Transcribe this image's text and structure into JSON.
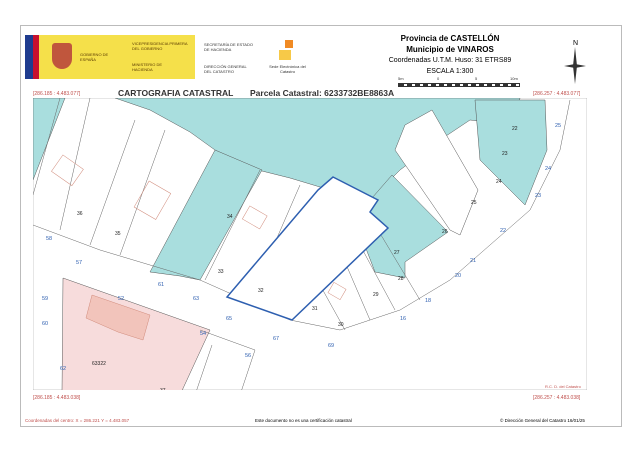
{
  "header": {
    "gov_name": "GOBIERNO DE ESPAÑA",
    "vice": "VICEPRESIDENCIA PRIMERA DEL GOBIERNO",
    "ministry": "MINISTERIO DE HACIENDA",
    "secretaria": "SECRETARÍA DE ESTADO DE HACIENDA",
    "direccion": "DIRECCIÓN GENERAL DEL CATASTRO",
    "sede": "Sede Electrónica del Catastro",
    "province": "Provincia de CASTELLÓN",
    "municipality": "Municipio de VINAROS",
    "coords_system": "Coordenadas U.T.M. Huso: 31 ETRS89",
    "scale": "ESCALA 1:300",
    "scale_ticks": [
      "5m",
      "0",
      "5",
      "10m"
    ],
    "north": "N",
    "title": "CARTOGRAFIA CATASTRAL",
    "parcel": "Parcela Catastral: 6233732BE8863A"
  },
  "map": {
    "corner_tl": "[286.185 : 4.483.077]",
    "corner_tr": "[286.257 : 4.483.077]",
    "corner_bl": "[286.185 : 4.483.038]",
    "corner_br": "[286.257 : 4.483.038]",
    "credit": "R.C. D. del Catastro",
    "parcel_numbers": [
      "36",
      "35",
      "34",
      "33",
      "32",
      "31",
      "30",
      "29",
      "28",
      "27",
      "26",
      "25",
      "24",
      "23",
      "22",
      "63322",
      "37"
    ],
    "street_numbers": [
      "58",
      "57",
      "61",
      "63",
      "65",
      "67",
      "69",
      "16",
      "18",
      "20",
      "21",
      "22",
      "23",
      "24",
      "25",
      "52",
      "54",
      "56",
      "59",
      "60",
      "62"
    ],
    "colors": {
      "teal": "#a9dede",
      "pink": "#f7dcdc",
      "parcel_outline": "#2e5fb0",
      "building": "#d08a7a"
    }
  },
  "footer": {
    "center_coords": "Coordenadas del centro: X = 286.221 Y = 4.483.057",
    "disclaimer": "Este documento no es una certificación catastral",
    "copyright": "© Dirección General del Catastro 16/01/25"
  }
}
